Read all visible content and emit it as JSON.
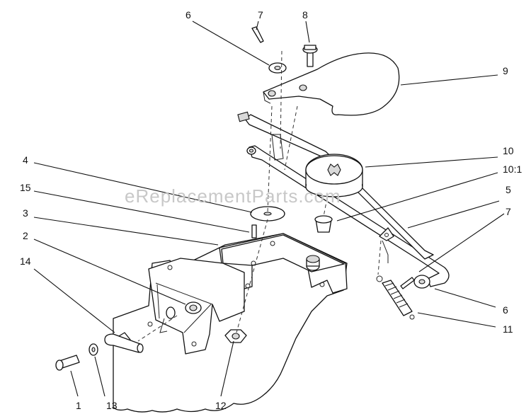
{
  "watermark": "eReplacementParts.com",
  "callouts": [
    {
      "id": "c6a",
      "text": "6"
    },
    {
      "id": "c7a",
      "text": "7"
    },
    {
      "id": "c8",
      "text": "8"
    },
    {
      "id": "c9",
      "text": "9"
    },
    {
      "id": "c10",
      "text": "10"
    },
    {
      "id": "c10_1",
      "text": "10:1"
    },
    {
      "id": "c4",
      "text": "4"
    },
    {
      "id": "c15",
      "text": "15"
    },
    {
      "id": "c5",
      "text": "5"
    },
    {
      "id": "c3",
      "text": "3"
    },
    {
      "id": "c7b",
      "text": "7"
    },
    {
      "id": "c2",
      "text": "2"
    },
    {
      "id": "c14",
      "text": "14"
    },
    {
      "id": "c6b",
      "text": "6"
    },
    {
      "id": "c11",
      "text": "11"
    },
    {
      "id": "c1",
      "text": "1"
    },
    {
      "id": "c13",
      "text": "13"
    },
    {
      "id": "c12",
      "text": "12"
    }
  ]
}
